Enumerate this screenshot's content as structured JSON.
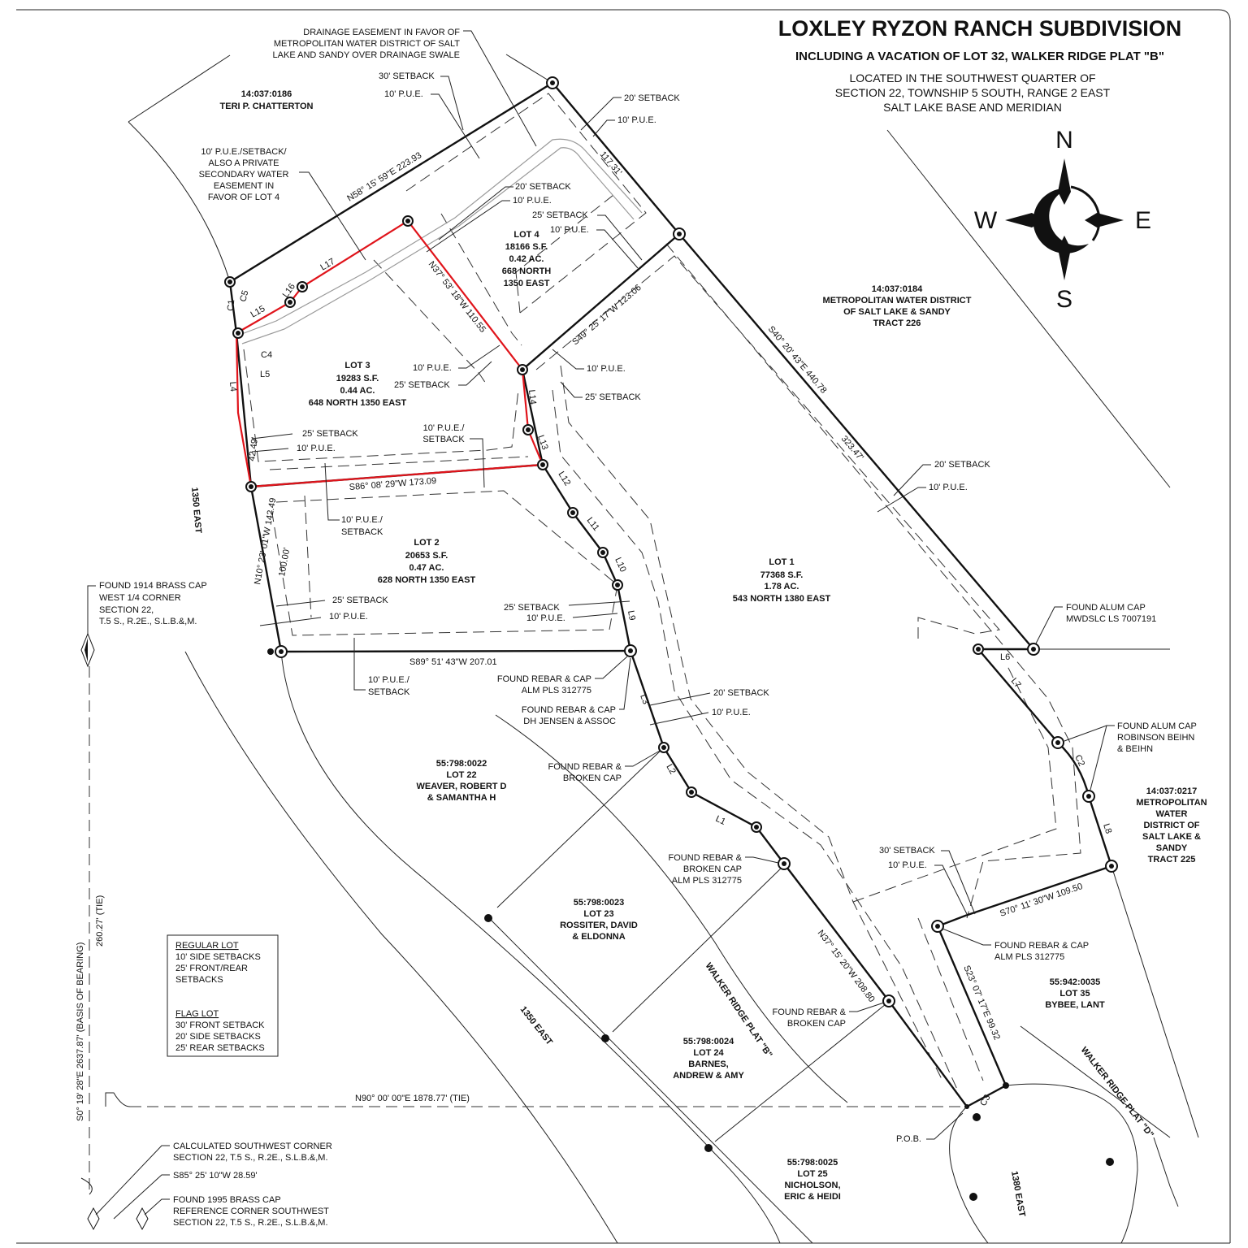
{
  "title": "LOXLEY RYZON RANCH SUBDIVISION",
  "subtitle": "INCLUDING A VACATION OF LOT 32, WALKER RIDGE PLAT \"B\"",
  "location": [
    "LOCATED IN THE SOUTHWEST QUARTER OF",
    "SECTION 22, TOWNSHIP 5 SOUTH, RANGE 2 EAST",
    "SALT LAKE BASE AND MERIDIAN"
  ],
  "compass": {
    "n": "N",
    "s": "S",
    "e": "E",
    "w": "W"
  },
  "lots": {
    "lot1": {
      "name": "LOT 1",
      "sf": "77368 S.F.",
      "ac": "1.78 AC.",
      "addr": "543 NORTH 1380 EAST"
    },
    "lot2": {
      "name": "LOT 2",
      "sf": "20653 S.F.",
      "ac": "0.47 AC.",
      "addr": "628 NORTH 1350 EAST"
    },
    "lot3": {
      "name": "LOT 3",
      "sf": "19283 S.F.",
      "ac": "0.44 AC.",
      "addr": "648 NORTH 1350 EAST"
    },
    "lot4": {
      "name": "LOT 4",
      "sf": "18166 S.F.",
      "ac": "0.42 AC.",
      "addr1": "668 NORTH",
      "addr2": "1350 EAST"
    }
  },
  "owners": {
    "chatterton": {
      "id": "14:037:0186",
      "name": "TERI P. CHATTERTON"
    },
    "mwd184": {
      "id": "14:037:0184",
      "l1": "METROPOLITAN WATER DISTRICT",
      "l2": "OF SALT LAKE & SANDY",
      "l3": "TRACT 226"
    },
    "mwd217": {
      "id": "14:037:0217",
      "lines": [
        "METROPOLITAN",
        "WATER",
        "DISTRICT OF",
        "SALT LAKE &",
        "SANDY",
        "TRACT 225"
      ]
    },
    "lot22": {
      "id": "55:798:0022",
      "l1": "LOT 22",
      "l2": "WEAVER, ROBERT D",
      "l3": "& SAMANTHA H"
    },
    "lot23": {
      "id": "55:798:0023",
      "l1": "LOT 23",
      "l2": "ROSSITER, DAVID",
      "l3": "& ELDONNA"
    },
    "lot24": {
      "id": "55:798:0024",
      "l1": "LOT 24",
      "l2": "BARNES,",
      "l3": "ANDREW & AMY"
    },
    "lot25": {
      "id": "55:798:0025",
      "l1": "LOT 25",
      "l2": "NICHOLSON,",
      "l3": "ERIC & HEIDI"
    },
    "lot35": {
      "id": "55:942:0035",
      "l1": "LOT 35",
      "l2": "BYBEE, LANT"
    }
  },
  "bearings": {
    "north": "N58° 15' 59\"E  223.93",
    "east": "S40° 20' 43\"E  440.78",
    "east_inner": "323.47'",
    "seg_117": "117.31'",
    "lot4_east": "S49° 25' 17\"W  123.06",
    "lot34": "N37° 53' 18\"W  110.55",
    "lot23": "S86° 08' 29\"W  173.09",
    "west_lot3": "42.49'",
    "west": "N10° 23' 01\"W  142.49",
    "west_inner": "100.00'",
    "south_lot2": "S89° 51' 43\"W  207.01",
    "flag_west": "N37° 15' 20\"W  208.80",
    "flag_east": "S23° 07' 17\"E  99.32",
    "south_lot1": "S70° 11' 30\"W  109.50",
    "tie_h": "N90° 00' 00\"E  1878.77' (TIE)",
    "basis": "S0° 19' 28\"E  2637.87' (BASIS OF BEARING)",
    "tie_v": "260.27' (TIE)"
  },
  "line_labels": {
    "L1": "L1",
    "L2": "L2",
    "L3": "L3",
    "L4": "L4",
    "L5": "L5",
    "L6": "L6",
    "L7": "L7",
    "L8": "L8",
    "L9": "L9",
    "L10": "L10",
    "L11": "L11",
    "L12": "L12",
    "L13": "L13",
    "L14": "L14",
    "L15": "L15",
    "L16": "L16",
    "L17": "L17",
    "C1": "C1",
    "C2": "C2",
    "C3": "C3",
    "C4": "C4",
    "C5": "C5"
  },
  "annotations": {
    "drainage": [
      "DRAINAGE EASEMENT IN FAVOR OF",
      "METROPOLITAN WATER DISTRICT OF SALT",
      "LAKE AND SANDY OVER DRAINAGE SWALE"
    ],
    "setback30": "30' SETBACK",
    "pue10": "10' P.U.E.",
    "setback20": "20' SETBACK",
    "setback20b": "20'  SETBACK",
    "setback25": "25' SETBACK",
    "setback25b": "25'  SETBACK",
    "pue10b": "10'  P.U.E.",
    "pue_setback": "10' P.U.E./",
    "setback_word": "SETBACK",
    "secondary": [
      "10' P.U.E./SETBACK/",
      "ALSO A PRIVATE",
      "SECONDARY WATER",
      "EASEMENT IN",
      "FAVOR OF LOT 4"
    ],
    "pue_setback_multi": [
      "10' P.U.E./",
      "SETBACK"
    ]
  },
  "monuments": {
    "brass_cap": [
      "FOUND 1914 BRASS CAP",
      "WEST 1/4 CORNER",
      "SECTION 22,",
      "T.5 S., R.2E., S.L.B.&,M."
    ],
    "rebar_alm": [
      "FOUND REBAR & CAP",
      "ALM PLS 312775"
    ],
    "rebar_dh": [
      "FOUND REBAR & CAP",
      "DH JENSEN & ASSOC"
    ],
    "rebar_broken": [
      "FOUND REBAR &",
      "BROKEN CAP"
    ],
    "rebar_broken_alm": [
      "FOUND REBAR &",
      "BROKEN CAP",
      "ALM PLS 312775"
    ],
    "alum_mwd": [
      "FOUND ALUM CAP",
      "MWDSLC LS 7007191"
    ],
    "alum_rob": [
      "FOUND ALUM CAP",
      "ROBINSON BEIHN",
      "& BEIHN"
    ],
    "calc_sw": [
      "CALCULATED SOUTHWEST CORNER",
      "SECTION 22, T.5 S., R.2E., S.L.B.&,M."
    ],
    "sw_bearing": "S85° 25' 10\"W 28.59'",
    "brass_1995": [
      "FOUND 1995 BRASS CAP",
      "REFERENCE CORNER SOUTHWEST",
      "SECTION 22, T.5 S., R.2E., S.L.B.&,M."
    ],
    "pob": "P.O.B."
  },
  "streets": {
    "east1350_top": "1350 EAST",
    "east1350_bottom": "1350 EAST",
    "east1380": "1380 EAST",
    "plat_b": "WALKER RIDGE PLAT \"B\"",
    "plat_d": "WALKER RIDGE PLAT \"D\""
  },
  "legend": {
    "regular_title": "REGULAR LOT",
    "regular": [
      "10' SIDE SETBACKS",
      "25' FRONT/REAR",
      "SETBACKS"
    ],
    "flag_title": "FLAG LOT",
    "flag": [
      "30' FRONT SETBACK",
      "20' SIDE SETBACKS",
      "25' REAR SETBACKS"
    ]
  }
}
